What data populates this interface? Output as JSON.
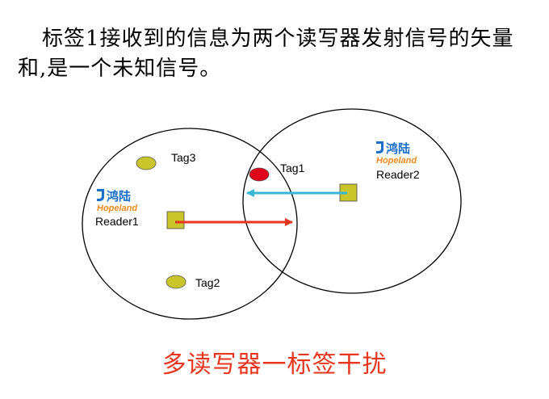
{
  "heading": "标签1接收到的信息为两个读写器发射信号的矢量和,是一个未知信号。",
  "footer": "多读写器一标签干扰",
  "tags": {
    "tag1": "Tag1",
    "tag2": "Tag2",
    "tag3": "Tag3"
  },
  "readers": {
    "reader1": "Reader1",
    "reader2": "Reader2"
  },
  "logo": {
    "cn": "鸿陆",
    "en": "Hopeland"
  },
  "colors": {
    "footer": "#e8351e",
    "tag_default": "#c9c52a",
    "tag_active": "#e0001a",
    "reader_square": "#c9c52a",
    "arrow_reader1": "#e8351e",
    "arrow_reader2": "#37b7d6",
    "logo_blue": "#1a6fc9",
    "logo_orange": "#f08a1c"
  }
}
